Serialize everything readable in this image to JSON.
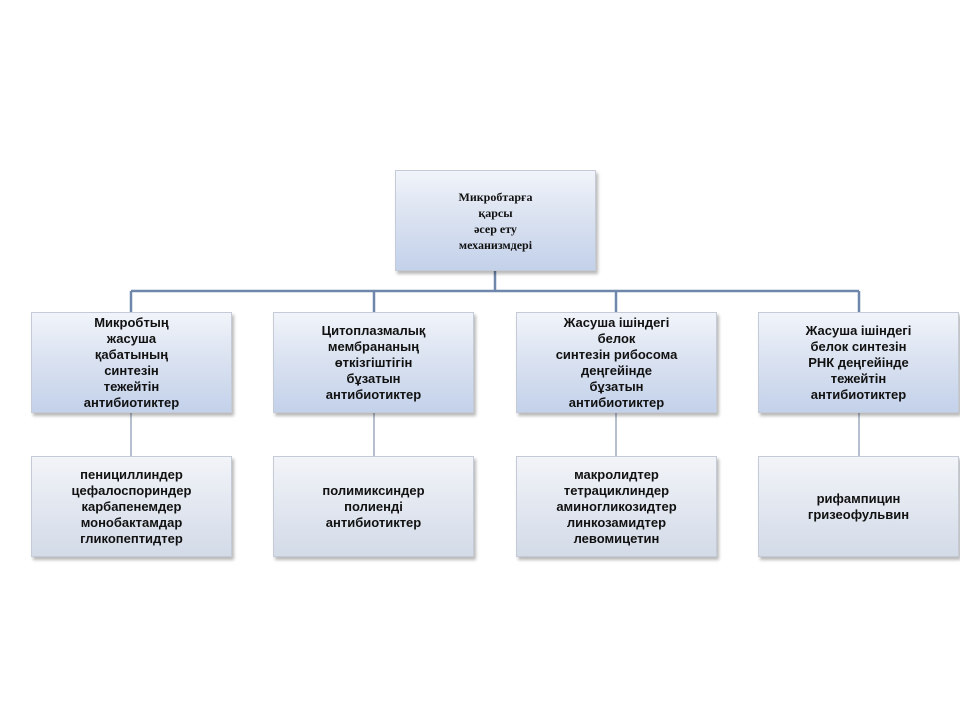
{
  "diagram": {
    "root": {
      "label": "Микробтарға\nқарсы\nәсер ету\nмеханизмдері"
    },
    "categories": [
      {
        "label": "Микробтың\nжасуша\nқабатының\nсинтезін\nтежейтін\nантибиотиктер"
      },
      {
        "label": "Цитоплазмалық\nмембрананың\nөткізгіштігін\nбұзатын\nантибиотиктер"
      },
      {
        "label": "Жасуша ішіндегі\nбелок\nсинтезін рибосома\nдеңгейінде\nбұзатын\nантибиотиктер"
      },
      {
        "label": "Жасуша ішіндегі\nбелок синтезін\nРНК деңгейінде\nтежейтін\nантибиотиктер"
      }
    ],
    "examples": [
      {
        "label": "пенициллиндер\nцефалоспориндер\nкарбапенемдер\nмонобактамдар\nгликопептидтер"
      },
      {
        "label": "полимиксиндер\nполиенді\nантибиотиктер"
      },
      {
        "label": "макролидтер\nтетрациклиндер\nаминогликозидтер\nлинкозамидтер\nлевомицетин"
      },
      {
        "label": "рифампицин\nгризеофульвин"
      }
    ],
    "colors": {
      "connector": "#6e87ab",
      "box_border": "#c4cbd6",
      "box_fill_top": "#f1f4fa",
      "box_fill_bottom": "#c3d1ea"
    }
  }
}
